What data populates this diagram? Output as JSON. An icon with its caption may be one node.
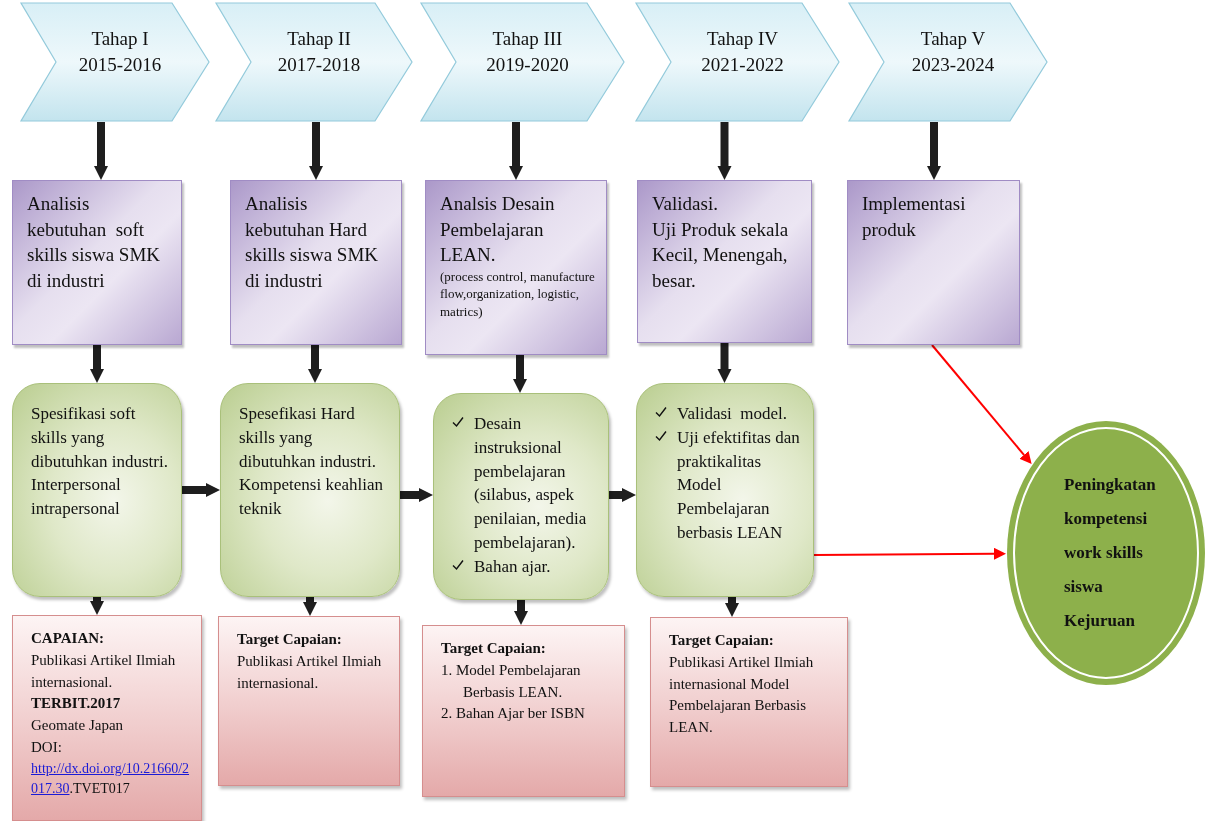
{
  "diagram": {
    "nodes": [
      {
        "text": [
          "Tahap I",
          "2015-2016"
        ]
      },
      {
        "text": [
          "Tahap II",
          "2017-2018"
        ]
      },
      {
        "text": [
          "Tahap III",
          "2019-2020"
        ]
      },
      {
        "text": [
          "Tahap IV",
          "2021-2022"
        ]
      },
      {
        "text": [
          "Tahap V",
          "2023-2024"
        ]
      },
      {
        "text": [
          "Analisis kebutuhan  soft skills siswa SMK di industri"
        ]
      },
      {
        "text": [
          "Analisis kebutuhan Hard skills siswa SMK di industri"
        ]
      },
      {
        "text": [
          "Analsis Desain Pembelajaran LEAN.",
          "(process control, manufacture flow,organization, logistic, matrics)"
        ]
      },
      {
        "text": [
          "Validasi.",
          "Uji Produk sekala Kecil, Menengah, besar."
        ]
      },
      {
        "text": [
          "Implementasi produk"
        ]
      },
      {
        "text": [
          "Spesifikasi soft skills yang dibutuhkan industri.",
          "Interpersonal intrapersonal"
        ]
      },
      {
        "text": [
          "Spesefikasi Hard skills yang dibutuhkan industri.",
          "Kompetensi keahlian teknik"
        ]
      },
      {
        "text": [
          "Desain instruksional pembelajaran (silabus, aspek penilaian, media pembelajaran).",
          "Bahan ajar."
        ]
      },
      {
        "text": [
          "Validasi  model.",
          "Uji efektifitas dan praktikalitas Model Pembelajaran berbasis LEAN"
        ]
      },
      {
        "text": [
          "Peningkatan kompetensi work skills siswa Kejuruan"
        ]
      },
      {
        "text": [
          "CAPAIAN:",
          "Publikasi Artikel Ilmiah internasional.",
          "TERBIT.2017",
          "Geomate Japan",
          "DOI:",
          "http://dx.doi.org/10.21660/2017.30",
          ".TVET017"
        ]
      },
      {
        "text": [
          "Target Capaian:",
          "Publikasi Artikel Ilmiah internasional."
        ]
      },
      {
        "text": [
          "Target Capaian:",
          "1. Model Pembelajaran Berbasis LEAN.",
          "2. Bahan Ajar ber ISBN"
        ]
      },
      {
        "text": [
          "Target Capaian:",
          "Publikasi Artikel Ilmiah internasional Model Pembelajaran Berbasis LEAN."
        ]
      }
    ],
    "edges": [
      {
        "from": 0,
        "to": 5,
        "arrow": "to"
      },
      {
        "from": 1,
        "to": 6,
        "arrow": "to"
      },
      {
        "from": 2,
        "to": 7,
        "arrow": "to"
      },
      {
        "from": 3,
        "to": 8,
        "arrow": "to"
      },
      {
        "from": 4,
        "to": 9,
        "arrow": "to"
      },
      {
        "from": 5,
        "to": 10,
        "arrow": "to"
      },
      {
        "from": 6,
        "to": 11,
        "arrow": "to"
      },
      {
        "from": 7,
        "to": 12,
        "arrow": "to"
      },
      {
        "from": 8,
        "to": 13,
        "arrow": "to"
      },
      {
        "from": 10,
        "to": 11,
        "arrow": "to"
      },
      {
        "from": 11,
        "to": 12,
        "arrow": "to"
      },
      {
        "from": 12,
        "to": 13,
        "arrow": "to"
      },
      {
        "from": 13,
        "to": 14,
        "arrow": "to",
        "color": "#ff0000"
      },
      {
        "from": 9,
        "to": 14,
        "arrow": "to",
        "color": "#ff0000"
      },
      {
        "from": 10,
        "to": 15,
        "arrow": "to"
      },
      {
        "from": 11,
        "to": 16,
        "arrow": "to"
      },
      {
        "from": 12,
        "to": 17,
        "arrow": "to"
      },
      {
        "from": 13,
        "to": 18,
        "arrow": "to"
      }
    ]
  }
}
